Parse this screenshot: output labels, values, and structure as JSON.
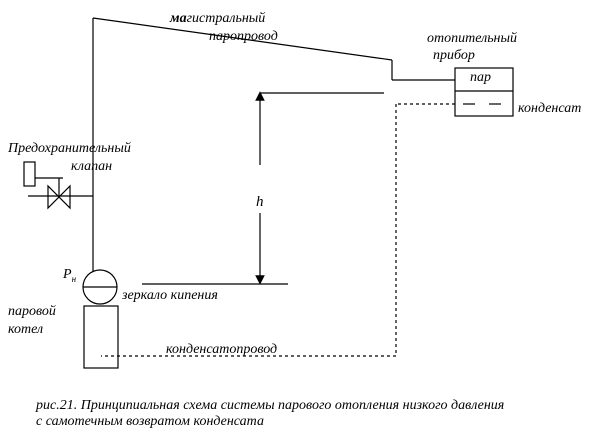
{
  "labels": {
    "main_line_1a": "ма",
    "main_line_1b": "гистральный",
    "main_line_2": "паропровод",
    "heater_1": "отопительный",
    "heater_2": "прибор",
    "steam": "пар",
    "condensate": "конденсат",
    "valve_1": "Предохранительный",
    "valve_2": "клапан",
    "height": "h",
    "pressure": "P",
    "pressure_sub": "н",
    "mirror": "зеркало кипения",
    "boiler_1": "паровой",
    "boiler_2": "котел",
    "condensate_line": "конденсатопровод"
  },
  "caption": {
    "line_1": "рис.21. Принципиальная схема системы парового отопления низкого давления",
    "line_2": "с самотечным возвратом конденсата"
  }
}
